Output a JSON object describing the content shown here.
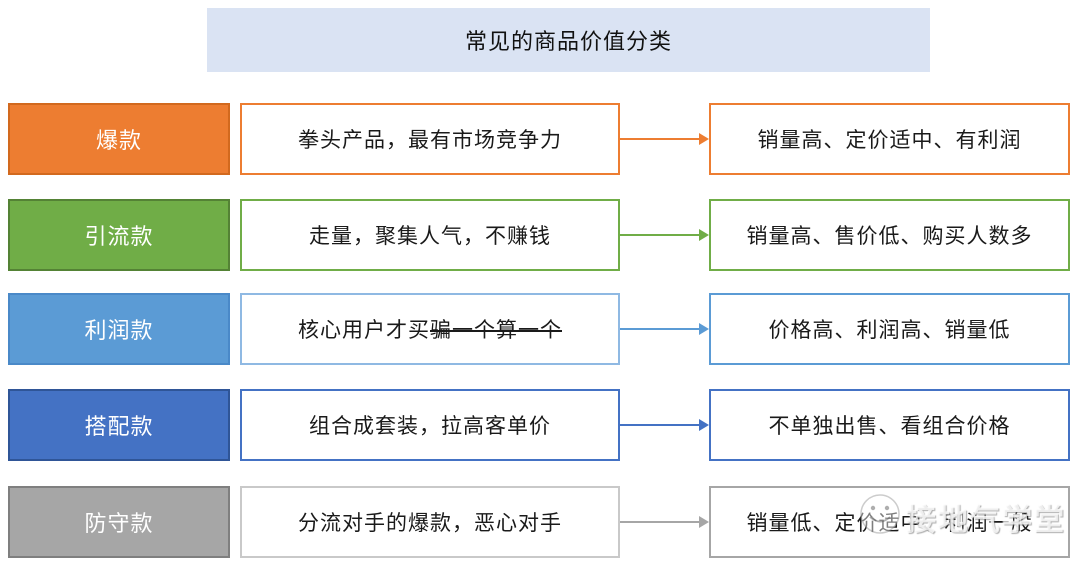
{
  "title": "常见的商品价值分类",
  "title_bg": "#DAE3F3",
  "rows": [
    {
      "label": "爆款",
      "description": "拳头产品，最有市场竞争力",
      "description_strike": "",
      "result": "销量高、定价适中、有利润",
      "colors": {
        "fill": "#ED7D31",
        "fill_border": "#D2691E",
        "mid_border": "#ED7D31",
        "accent": "#ED7D31"
      }
    },
    {
      "label": "引流款",
      "description": "走量，聚集人气，不赚钱",
      "description_strike": "",
      "result": "销量高、售价低、购买人数多",
      "colors": {
        "fill": "#70AD47",
        "fill_border": "#548235",
        "mid_border": "#70AD47",
        "accent": "#70AD47"
      }
    },
    {
      "label": "利润款",
      "description": "核心用户才买",
      "description_strike": "骗一个算一个",
      "result": "价格高、利润高、销量低",
      "colors": {
        "fill": "#5B9BD5",
        "fill_border": "#4A89C8",
        "mid_border": "#8FB9E3",
        "accent": "#5B9BD5"
      }
    },
    {
      "label": "搭配款",
      "description": "组合成套装，拉高客单价",
      "description_strike": "",
      "result": "不单独出售、看组合价格",
      "colors": {
        "fill": "#4472C4",
        "fill_border": "#2F5597",
        "mid_border": "#4472C4",
        "accent": "#4472C4"
      }
    },
    {
      "label": "防守款",
      "description": "分流对手的爆款，恶心对手",
      "description_strike": "",
      "result": "销量低、定价适中、利润一般",
      "colors": {
        "fill": "#A6A6A6",
        "fill_border": "#7F7F7F",
        "mid_border": "#C9C9C9",
        "accent": "#A6A6A6"
      }
    }
  ],
  "watermark": {
    "text": "接地气学堂",
    "icon": "smiley-face-logo"
  }
}
